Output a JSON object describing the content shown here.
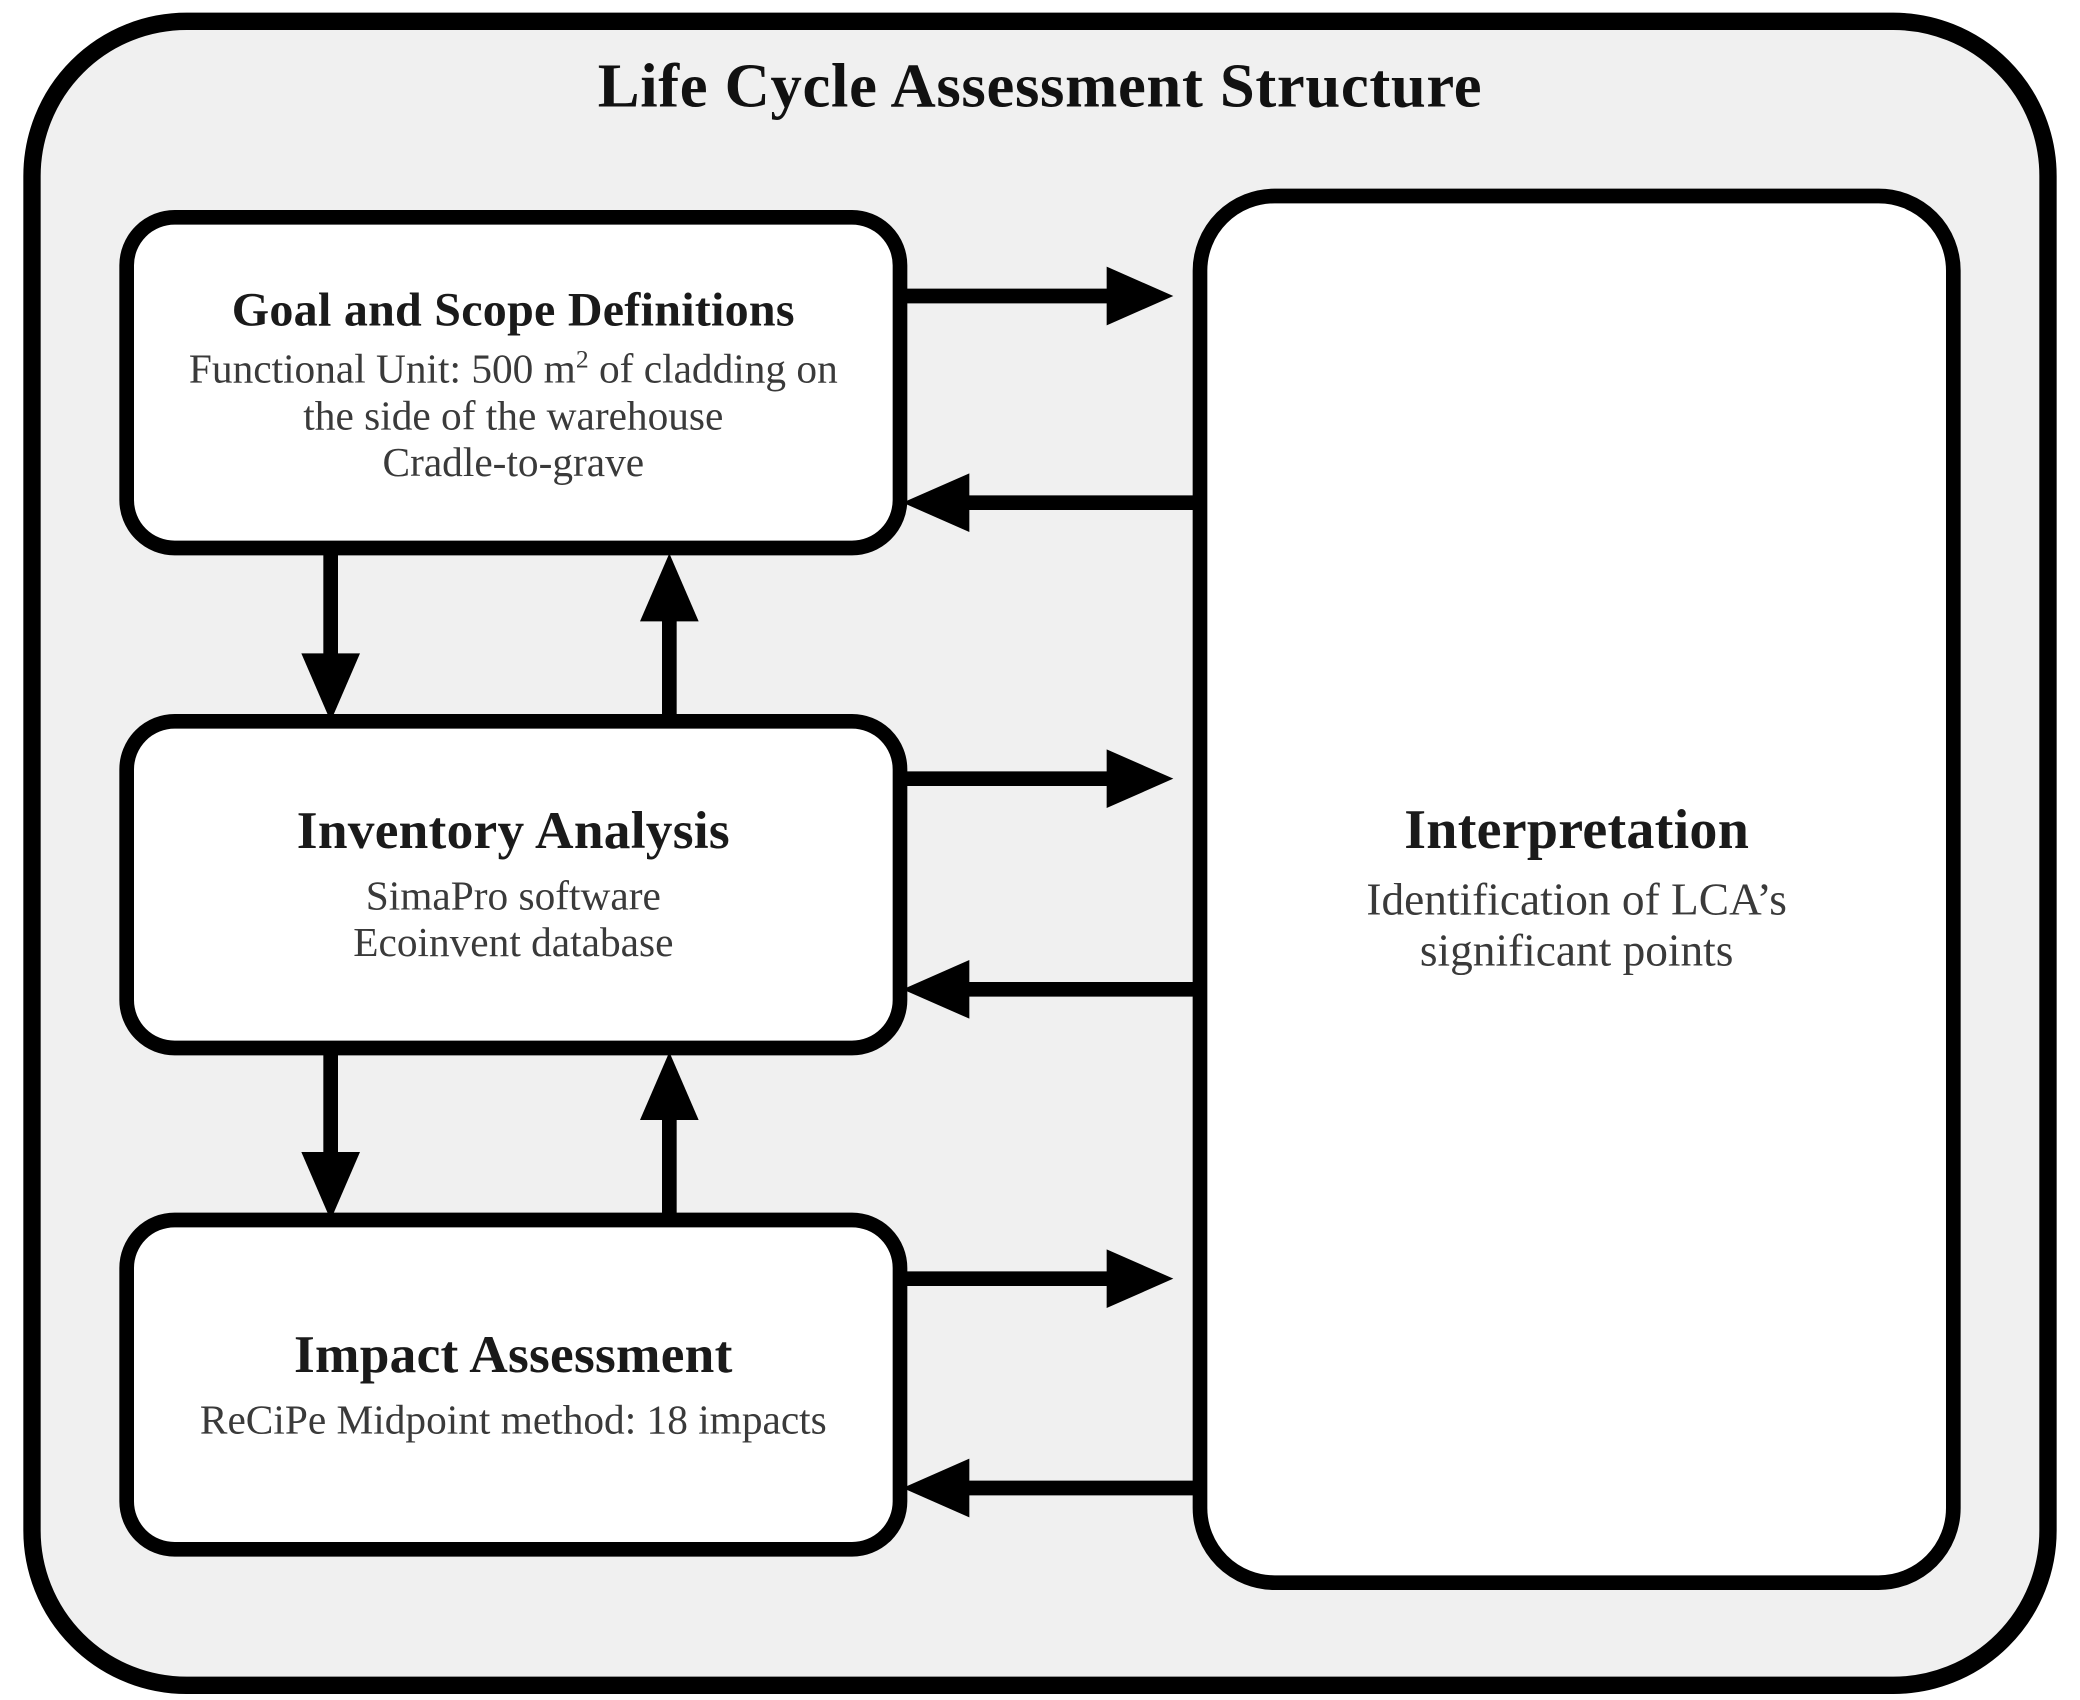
{
  "diagram": {
    "title": "Life Cycle Assessment Structure",
    "frame_name": "lca-outer-frame",
    "background_color": "#f0f0f0",
    "box_fill": "#ffffff",
    "stroke_color": "#000000"
  },
  "nodes": {
    "goal": {
      "title": "Goal and Scope Definitions",
      "line1_pre": "Functional Unit: 500 m",
      "line1_sup": "2",
      "line1_post": " of cladding on",
      "line2": "the side of the warehouse",
      "line3": "Cradle-to-grave"
    },
    "inventory": {
      "title": "Inventory Analysis",
      "line1": "SimaPro software",
      "line2": "Ecoinvent database"
    },
    "impact": {
      "title": "Impact Assessment",
      "line1": "ReCiPe Midpoint method: 18 impacts"
    },
    "interpretation": {
      "title": "Interpretation",
      "line1": "Identification of LCA’s",
      "line2": "significant points"
    }
  },
  "connectors": [
    {
      "name": "goal-to-interpretation",
      "direction": "right"
    },
    {
      "name": "interpretation-to-goal",
      "direction": "left"
    },
    {
      "name": "goal-to-inventory",
      "direction": "down"
    },
    {
      "name": "inventory-to-goal",
      "direction": "up"
    },
    {
      "name": "inventory-to-interpretation",
      "direction": "right"
    },
    {
      "name": "interpretation-to-inventory",
      "direction": "left"
    },
    {
      "name": "inventory-to-impact",
      "direction": "down"
    },
    {
      "name": "impact-to-inventory",
      "direction": "up"
    },
    {
      "name": "impact-to-interpretation",
      "direction": "right"
    },
    {
      "name": "interpretation-to-impact",
      "direction": "left"
    }
  ]
}
